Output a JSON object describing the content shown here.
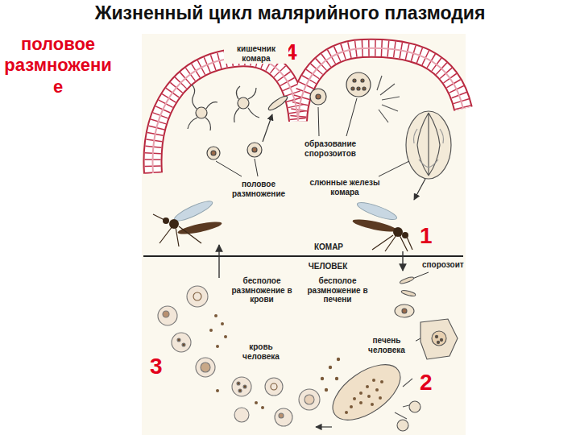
{
  "diagram": {
    "title": "Жизненный цикл малярийного плазмодия",
    "labels": [
      "половое размножение",
      "4",
      "кишечник комара",
      "образование спорозоитов",
      "половое размножение",
      "слюнные железы комара",
      "1",
      "КОМАР",
      "ЧЕЛОВЕК",
      "спорозоит",
      "бесполое размножение в крови",
      "бесполое размножение в печени",
      "печень человека",
      "кровь человека",
      "3",
      "2"
    ]
  }
}
